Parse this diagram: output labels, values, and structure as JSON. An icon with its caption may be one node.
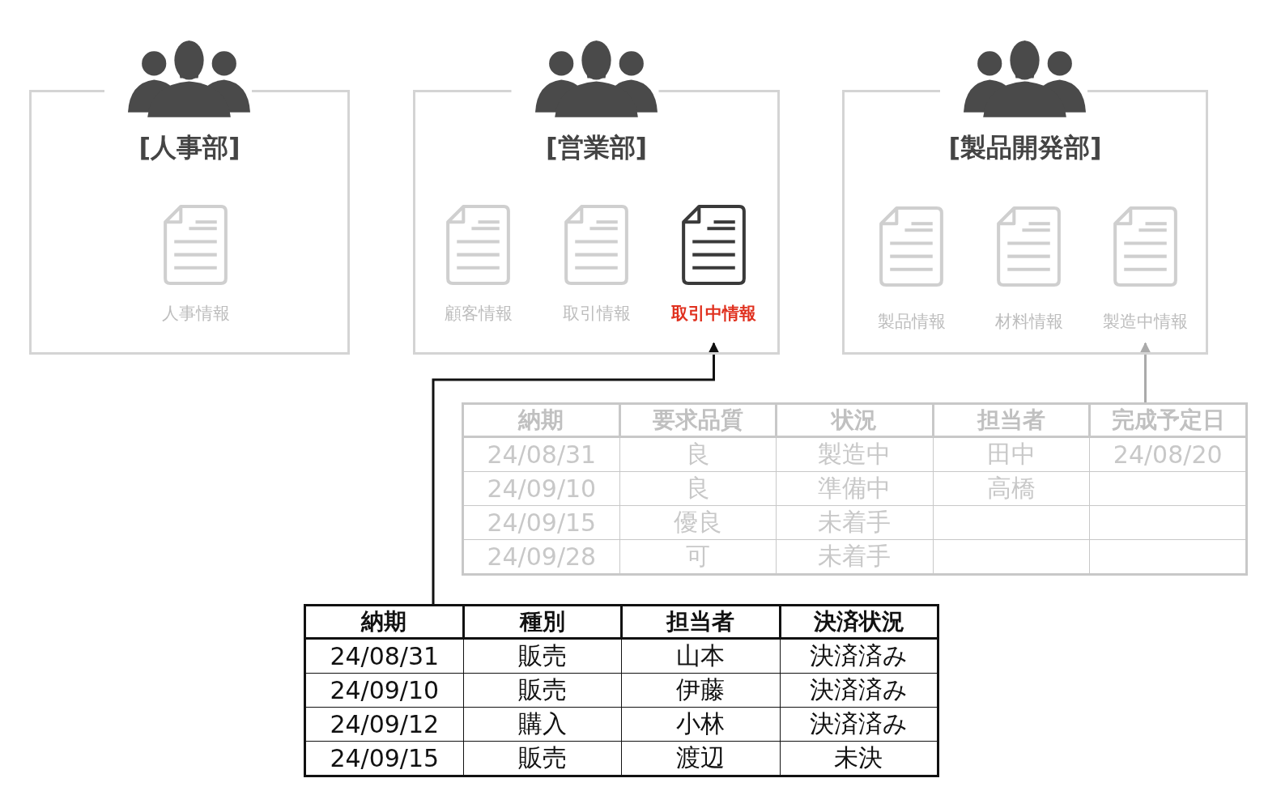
{
  "diagram": {
    "nodes": [
      {
        "text": [
          "[人事部]"
        ]
      },
      {
        "text": [
          "人事情報"
        ],
        "in": 0
      },
      {
        "text": [
          "[営業部]"
        ]
      },
      {
        "text": [
          "顧客情報"
        ],
        "in": 2
      },
      {
        "text": [
          "取引情報"
        ],
        "in": 2
      },
      {
        "text": [
          "取引中情報"
        ],
        "in": 2
      },
      {
        "text": [
          "[製品開発部]"
        ]
      },
      {
        "text": [
          "製品情報"
        ],
        "in": 6
      },
      {
        "text": [
          "材料情報"
        ],
        "in": 6
      },
      {
        "text": [
          "製造中情報"
        ],
        "in": 6
      },
      {
        "text": [
          "納期",
          "要求品質",
          "状況",
          "担当者",
          "完成予定日",
          "24/08/31",
          "良",
          "製造中",
          "田中",
          "24/08/20",
          "24/09/10",
          "良",
          "準備中",
          "高橋",
          "24/09/15",
          "優良",
          "未着手",
          "24/09/28",
          "可",
          "未着手"
        ]
      },
      {
        "text": [
          "納期",
          "種別",
          "担当者",
          "決済状況",
          "24/08/31",
          "販売",
          "山本",
          "決済済み",
          "24/09/10",
          "販売",
          "伊藤",
          "決済済み",
          "24/09/12",
          "購入",
          "小林",
          "決済済み",
          "24/09/15",
          "販売",
          "渡辺",
          "未決"
        ]
      }
    ],
    "edges": [
      {
        "from": 10,
        "to": 9,
        "arrow": "to",
        "color": "#aaaaaa"
      },
      {
        "from": 11,
        "to": 5,
        "arrow": "to",
        "color": "#111111"
      }
    ]
  }
}
